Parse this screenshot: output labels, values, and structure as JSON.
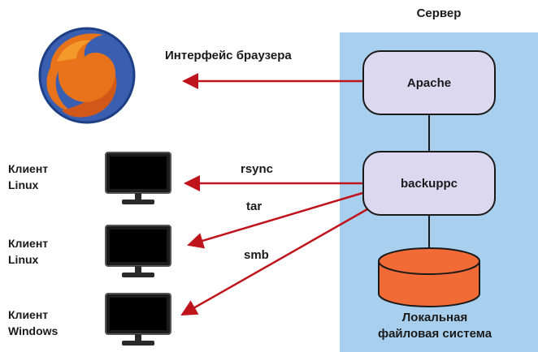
{
  "server": {
    "title": "Сервер"
  },
  "nodes": {
    "apache": "Apache",
    "backuppc": "backuppc"
  },
  "filesystem": {
    "line1": "Локальная",
    "line2": "файловая система"
  },
  "browser_label": "Интерфейс браузера",
  "arrow_labels": {
    "rsync": "rsync",
    "tar": "tar",
    "smb": "smb"
  },
  "clients": [
    {
      "line1": "Клиент",
      "line2": "Linux"
    },
    {
      "line1": "Клиент",
      "line2": "Linux"
    },
    {
      "line1": "Клиент",
      "line2": "Windows"
    }
  ],
  "colors": {
    "server_bg": "#a8d0ee",
    "node_fill": "#dcd8ef",
    "disk_fill": "#f26a36",
    "arrow": "#c0141c"
  },
  "icons": {
    "browser": "firefox-logo-icon",
    "client": "monitor-icon"
  }
}
